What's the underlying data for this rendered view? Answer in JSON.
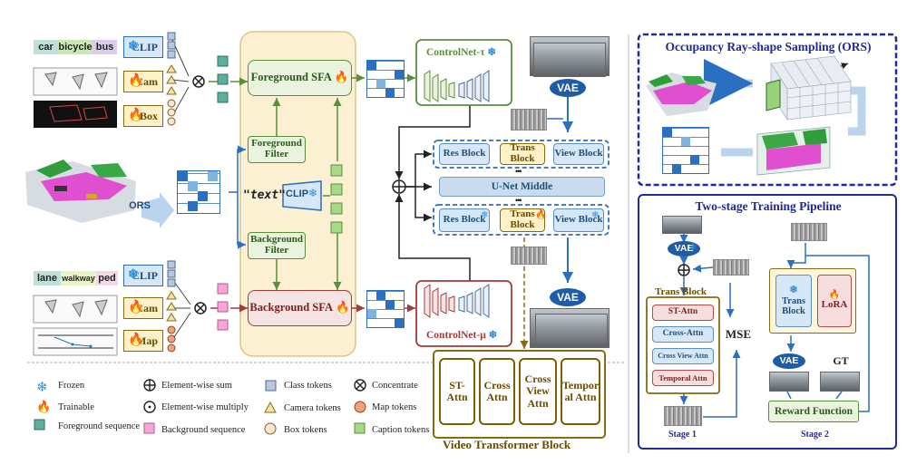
{
  "inputs": {
    "fg_tags": [
      "car",
      "bicycle",
      "bus"
    ],
    "bg_tags": [
      "lane",
      "walkway",
      "ped"
    ],
    "ors_label": "ORS",
    "text_prompt": "\"text\""
  },
  "encoders": {
    "clip": "CLIP",
    "cam": "Cam",
    "box": "Box",
    "map": "Map"
  },
  "sfa": {
    "foreground_sfa": "Foreground SFA",
    "background_sfa": "Background SFA",
    "foreground_filter": "Foreground Filter",
    "background_filter": "Background Filter"
  },
  "controlnets": {
    "tau": "ControlNet-τ",
    "mu": "ControlNet-μ"
  },
  "unet": {
    "vae_top": "VAE",
    "vae_bottom": "VAE",
    "res_block": "Res Block",
    "trans_block": "Trans Block",
    "view_block": "View Block",
    "middle": "U-Net Middle",
    "ellipsis": "•••"
  },
  "video_transformer": {
    "title": "Video Transformer Block",
    "blocks": [
      "ST-Attn",
      "Cross Attn",
      "Cross View Attn",
      "Tempor al Attn"
    ]
  },
  "ors_panel": {
    "title": "Occupancy Ray-shape Sampling (ORS)"
  },
  "training": {
    "title": "Two-stage Training Pipeline",
    "vae": "VAE",
    "trans_block": "Trans Block",
    "attn": [
      "ST-Attn",
      "Cross-Attn",
      "Cross View Attn",
      "Temporal Attn"
    ],
    "mse": "MSE",
    "stage1": "Stage 1",
    "stage2": "Stage 2",
    "s2_trans_block": "Trans Block",
    "lora": "LoRA",
    "s2_vae": "VAE",
    "gt": "GT",
    "reward": "Reward Function"
  },
  "legend": {
    "frozen": "Frozen",
    "trainable": "Trainable",
    "fg_seq": "Foreground sequence",
    "ew_sum": "Element-wise sum",
    "ew_mul": "Element-wise multiply",
    "bg_seq": "Background sequence",
    "class_tokens": "Class tokens",
    "camera_tokens": "Camera tokens",
    "box_tokens": "Box tokens",
    "concat": "Concentrate",
    "map_tokens": "Map tokens",
    "caption_tokens": "Caption tokens"
  },
  "colors": {
    "frozen_blue": "#2f8fd8",
    "trainable_red": "#e8542a",
    "sfa_panel": "#fbf0d2",
    "fg_green": "#5a8f3a",
    "bg_red": "#a33b3b",
    "unet_blue": "#d6e8f7",
    "vtb_gold": "#7a6000",
    "ors_navy": "#1f2a9c"
  }
}
